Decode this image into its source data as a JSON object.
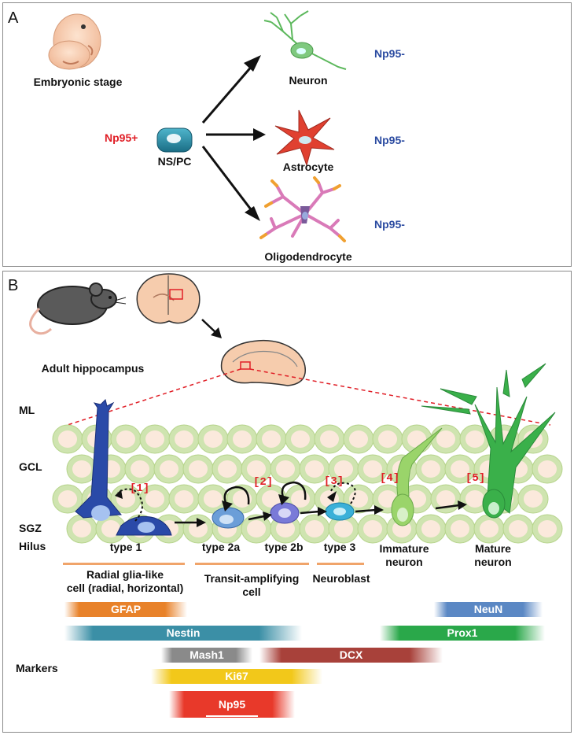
{
  "panel_a": {
    "label": "A",
    "embryo_label": "Embryonic stage",
    "source_marker": "Np95+",
    "source_cell": "NS/PC",
    "targets": [
      {
        "name": "Neuron",
        "marker": "Np95-"
      },
      {
        "name": "Astrocyte",
        "marker": "Np95-"
      },
      {
        "name": "Oligodendrocyte",
        "marker": "Np95-"
      }
    ]
  },
  "panel_b": {
    "label": "B",
    "adult_label": "Adult hippocampus",
    "layers": [
      "ML",
      "GCL",
      "SGZ",
      "Hilus"
    ],
    "steps": [
      "[1]",
      "[2]",
      "[3]",
      "[4]",
      "[5]"
    ],
    "types": {
      "type1": "type 1",
      "type2a": "type 2a",
      "type2b": "type 2b",
      "type3": "type 3",
      "immature_line1": "Immature",
      "immature_line2": "neuron",
      "mature_line1": "Mature",
      "mature_line2": "neuron"
    },
    "groups": {
      "radial_line1": "Radial glia-like",
      "radial_line2": "cell (radial, horizontal)",
      "transit_line1": "Transit-amplifying",
      "transit_line2": "cell",
      "neuroblast": "Neuroblast"
    },
    "markers_label": "Markers",
    "markers": [
      {
        "name": "GFAP",
        "color": "#e8822a"
      },
      {
        "name": "NeuN",
        "color": "#5b88c4"
      },
      {
        "name": "Nestin",
        "color": "#3b8fa6"
      },
      {
        "name": "Prox1",
        "color": "#2aa84a"
      },
      {
        "name": "Mash1",
        "color": "#8a8a8a"
      },
      {
        "name": "DCX",
        "color": "#a8413a"
      },
      {
        "name": "Ki67",
        "color": "#f2c81a"
      },
      {
        "name": "Np95",
        "color": "#e8392a"
      }
    ]
  }
}
